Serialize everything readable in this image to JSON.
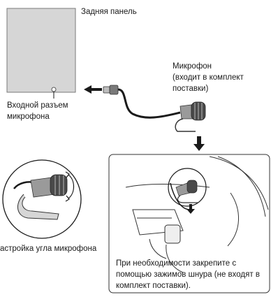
{
  "labels": {
    "rear_panel": "Задняя панель",
    "microphone_line1": "Микрофон",
    "microphone_line2": "(входит в комплект",
    "microphone_line3": "поставки)",
    "mic_jack_line1": "Входной разъем",
    "mic_jack_line2": "микрофона",
    "angle_adjust": "астройка угла микрофона",
    "note_line1": "При необходимости закрепите с",
    "note_line2": "помощью зажимов шнура (не входят в",
    "note_line3": "комплект поставки)."
  },
  "colors": {
    "panel_fill": "#d6d6d6",
    "panel_stroke": "#7a7a7a",
    "line": "#1a1a1a",
    "mic_body": "#9a9a9a",
    "mic_dark": "#4a4a4a"
  }
}
